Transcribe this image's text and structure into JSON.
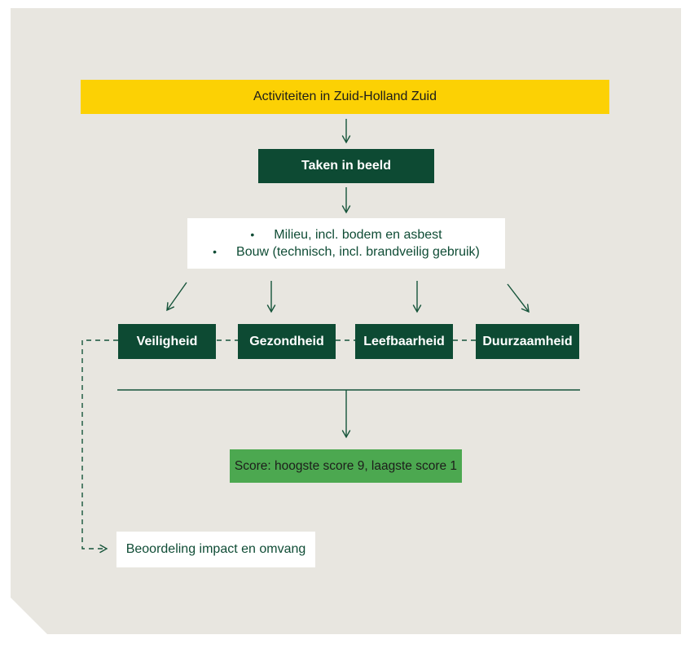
{
  "colors": {
    "panel_bg": "#e8e6e0",
    "yellow": "#fcd104",
    "dark_green": "#0d4a33",
    "mid_green": "#4ca850",
    "line_green": "#16543a",
    "dark_text": "#1d1d1b",
    "green_text": "#0f4c35",
    "white": "#ffffff"
  },
  "diagram": {
    "title": "Activiteiten in Zuid-Holland Zuid",
    "taken_label": "Taken in beeld",
    "tasks": {
      "bullet": "•",
      "items": [
        "Milieu, incl. bodem en asbest",
        "Bouw (technisch, incl. brandveilig gebruik)"
      ]
    },
    "themes": [
      "Veiligheid",
      "Gezondheid",
      "Leefbaarheid",
      "Duurzaamheid"
    ],
    "score_label": "Score: hoogste score 9, laagste score 1",
    "assessment_label": "Beoordeling impact en omvang"
  }
}
